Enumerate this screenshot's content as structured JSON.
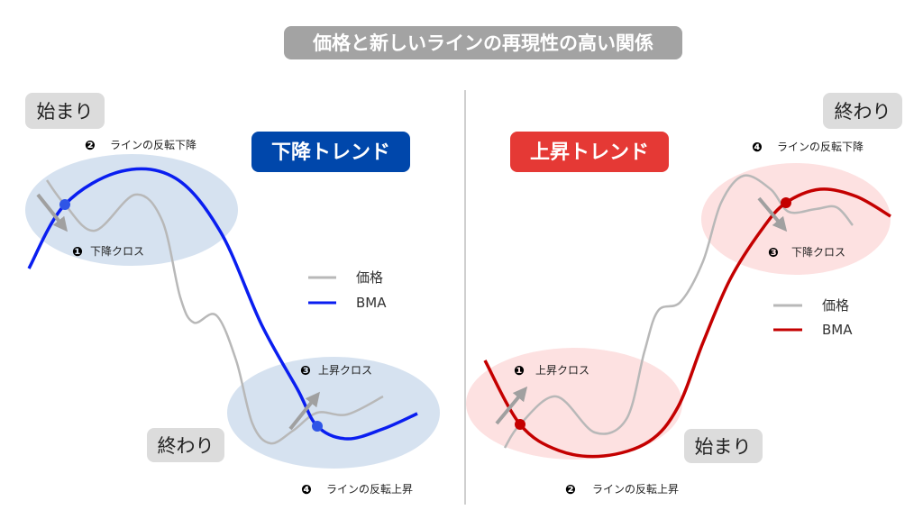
{
  "title": "価格と新しいラインの再現性の高い関係",
  "colors": {
    "down": "#0047ab",
    "down_line": "#0a1ef0",
    "up": "#e53935",
    "up_line": "#c40000",
    "price": "#b8b8b8"
  },
  "down_panel": {
    "trend": "下降トレンド",
    "start": "始まり",
    "end": "終わり",
    "steps": [
      {
        "num": "❶",
        "label": "下降クロス"
      },
      {
        "num": "❷",
        "label": "ラインの反転下降"
      },
      {
        "num": "❸",
        "label": "上昇クロス"
      },
      {
        "num": "❹",
        "label": "ラインの反転上昇"
      }
    ],
    "legend": {
      "price": "価格",
      "bma": "BMA"
    }
  },
  "up_panel": {
    "trend": "上昇トレンド",
    "start": "始まり",
    "end": "終わり",
    "steps": [
      {
        "num": "❶",
        "label": "上昇クロス"
      },
      {
        "num": "❷",
        "label": "ラインの反転上昇"
      },
      {
        "num": "❸",
        "label": "下降クロス"
      },
      {
        "num": "❹",
        "label": "ラインの反転下降"
      }
    ],
    "legend": {
      "price": "価格",
      "bma": "BMA"
    }
  }
}
